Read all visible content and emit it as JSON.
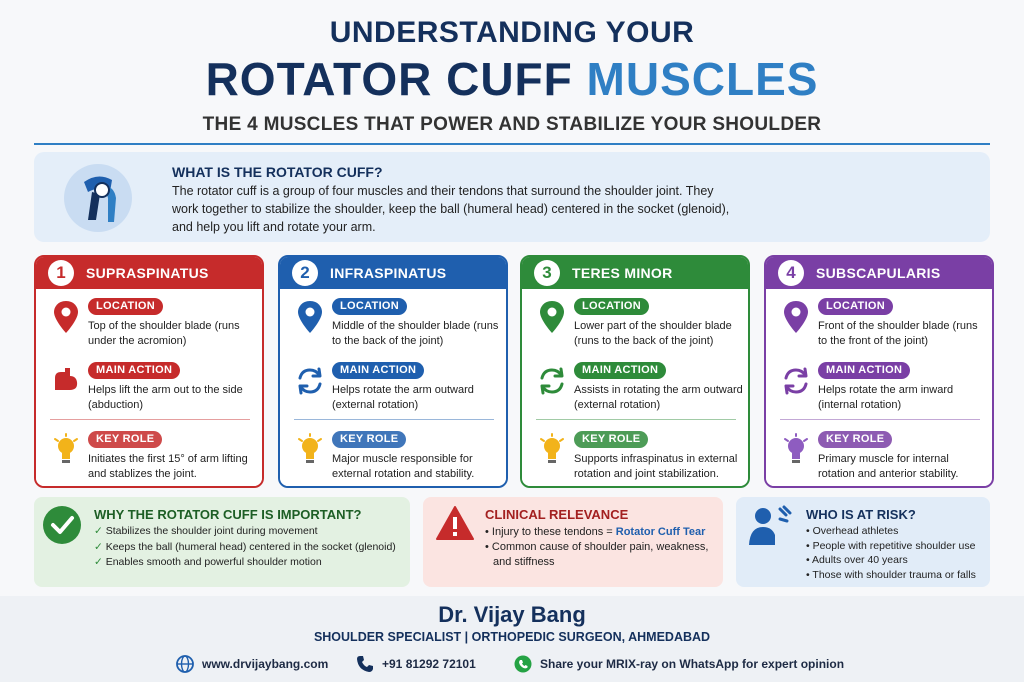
{
  "header": {
    "line1": "UNDERSTANDING YOUR",
    "line2a": "ROTATOR CUFF",
    "line2b": "MUSCLES",
    "line3": "THE 4 MUSCLES THAT POWER AND STABILIZE YOUR SHOULDER"
  },
  "what": {
    "title": "WHAT IS THE ROTATOR CUFF?",
    "text": "The rotator cuff is a group of four muscles and their tendons that surround the shoulder joint. They work together to stabilize the shoulder, keep the ball (humeral head) centered in the socket (glenoid), and help you lift and rotate your arm."
  },
  "cards": [
    {
      "num": "1",
      "title": "SUPRASPINATUS",
      "color": "#c62b2b",
      "location_label": "LOCATION",
      "location": "Top of the shoulder blade (runs under the acromion)",
      "action_label": "MAIN ACTION",
      "action": "Helps lift the arm out to the side (abduction)",
      "role_label": "KEY ROLE",
      "role": "Initiates the first 15° of arm lifting and stablizes the joint."
    },
    {
      "num": "2",
      "title": "INFRASPINATUS",
      "color": "#1f5fae",
      "location_label": "LOCATION",
      "location": "Middle of the shoulder blade (runs to the back of the joint)",
      "action_label": "MAIN ACTION",
      "action": "Helps rotate the arm outward (external rotation)",
      "role_label": "KEY ROLE",
      "role": "Major muscle responsible for external rotation and stability."
    },
    {
      "num": "3",
      "title": "TERES MINOR",
      "color": "#2e8b3a",
      "location_label": "LOCATION",
      "location": "Lower part of the shoulder blade (runs to the back of the joint)",
      "action_label": "MAIN ACTION",
      "action": "Assists in rotating the arm outward (external rotation)",
      "role_label": "KEY ROLE",
      "role": "Supports infraspinatus in external rotation and joint stabilization."
    },
    {
      "num": "4",
      "title": "SUBSCAPULARIS",
      "color": "#7a3fa5",
      "location_label": "LOCATION",
      "location": "Front of the shoulder blade (runs to the front of the joint)",
      "action_label": "MAIN ACTION",
      "action": "Helps rotate the arm inward (internal rotation)",
      "role_label": "KEY ROLE",
      "role": "Primary muscle for internal rotation and anterior stability."
    }
  ],
  "important": {
    "title": "WHY THE ROTATOR CUFF IS IMPORTANT?",
    "items": [
      "Stabilizes the shoulder joint during movement",
      "Keeps the ball (humeral head) centered in the socket (glenoid)",
      "Enables smooth and powerful shoulder motion"
    ]
  },
  "clinical": {
    "title": "CLINICAL RELEVANCE",
    "item1_pre": "Injury to these tendons = ",
    "item1_em": "Rotator Cuff Tear",
    "item2": "Common cause of shoulder pain, weakness, and stiffness"
  },
  "risk": {
    "title": "WHO IS AT RISK?",
    "items": [
      "Overhead athletes",
      "People with repetitive shoulder use",
      "Adults over 40 years",
      "Those with shoulder trauma or falls"
    ]
  },
  "footer": {
    "name": "Dr. Vijay Bang",
    "subtitle": "SHOULDER SPECIALIST | ORTHOPEDIC SURGEON, AHMEDABAD",
    "website": "www.drvijaybang.com",
    "phone": "+91 81292 72101",
    "whatsapp": "Share your MRIX-ray on WhatsApp for expert opinion"
  },
  "colors": {
    "navy": "#14305c",
    "blue": "#2f7fc4",
    "red": "#c62b2b",
    "green": "#2e8b3a",
    "purple": "#7a3fa5",
    "icon_bulb": "#f2b31a"
  },
  "icons": [
    "shoulder-joint-icon",
    "location-pin-icon",
    "muscle-arm-icon",
    "rotation-arrows-icon",
    "lightbulb-icon",
    "checkmark-icon",
    "warning-icon",
    "person-at-risk-icon",
    "globe-icon",
    "phone-icon",
    "whatsapp-icon"
  ]
}
